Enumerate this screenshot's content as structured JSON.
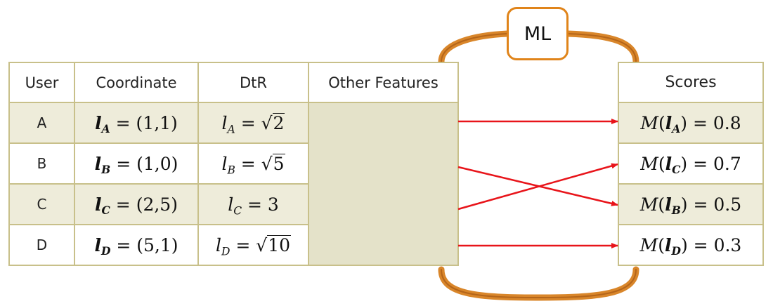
{
  "ml_label": "ML",
  "colors": {
    "arrow": "#e8141a",
    "loop": "#d9862a",
    "cell_border": "#c8c08a",
    "row_fill": "#eeecda"
  },
  "table": {
    "headers": [
      "User",
      "Coordinate",
      "DtR",
      "Other Features"
    ],
    "rows": [
      {
        "user": "A",
        "sub": "A",
        "coord": "(1,1)",
        "dtr_kind": "sqrt",
        "dtr": "2"
      },
      {
        "user": "B",
        "sub": "B",
        "coord": "(1,0)",
        "dtr_kind": "sqrt",
        "dtr": "5"
      },
      {
        "user": "C",
        "sub": "C",
        "coord": "(2,5)",
        "dtr_kind": "plain",
        "dtr": "3"
      },
      {
        "user": "D",
        "sub": "D",
        "coord": "(5,1)",
        "dtr_kind": "sqrt",
        "dtr": "10"
      }
    ]
  },
  "scores": {
    "header": "Scores",
    "rows": [
      {
        "sub": "A",
        "value": "0.8"
      },
      {
        "sub": "C",
        "value": "0.7"
      },
      {
        "sub": "B",
        "value": "0.5"
      },
      {
        "sub": "D",
        "value": "0.3"
      }
    ]
  },
  "mapping": [
    {
      "from": "A",
      "to": "A"
    },
    {
      "from": "B",
      "to": "B"
    },
    {
      "from": "C",
      "to": "C"
    },
    {
      "from": "D",
      "to": "D"
    }
  ]
}
